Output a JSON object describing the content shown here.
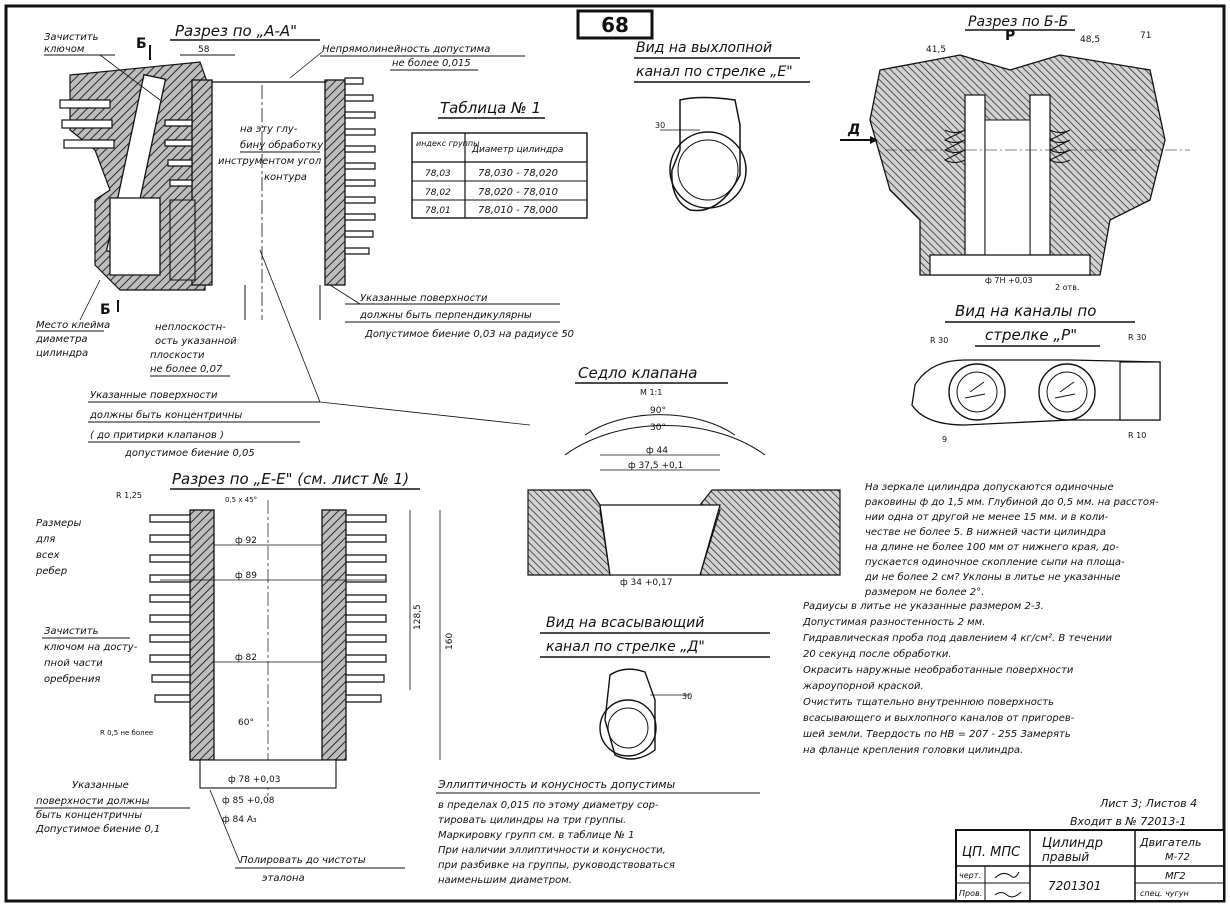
{
  "page_number": "68",
  "sections": {
    "section_aa": "Разрез по „А-А\"",
    "section_bb": "Разрез по Б-Б",
    "section_ee": "Разрез по „Е-Е\" (см. лист № 1)",
    "exhaust_view": [
      "Вид на выхлопной",
      "канал по стрелке „Е\""
    ],
    "intake_view": [
      "Вид на всасывающий",
      "канал по стрелке „Д\""
    ],
    "channels_view": [
      "Вид на каналы по",
      "стрелке „Р\""
    ],
    "valve_seat": "Седло клапана",
    "valve_seat_scale": "М 1:1"
  },
  "table1": {
    "title": "Таблица № 1",
    "headers": [
      "индекс группы",
      "Диаметр цилиндра"
    ],
    "rows": [
      [
        "78,03",
        "78,030 - 78,020"
      ],
      [
        "78,02",
        "78,020 - 78,010"
      ],
      [
        "78,01",
        "78,010 - 78,000"
      ]
    ]
  },
  "notes_aa": {
    "clean_key": [
      "Зачистить",
      "ключом"
    ],
    "nonlinearity": [
      "Непрямолинейность допустима",
      "не более 0,015"
    ],
    "tool_cut": [
      "на эту глу-",
      "бину обработку",
      "инструментом угол",
      "контура"
    ],
    "mark_place": [
      "Место клейма",
      "диаметра",
      "цилиндра"
    ],
    "nonflat": [
      "неплоскостн-",
      "ость указанной",
      "плоскости",
      "не более 0,07"
    ],
    "perpendicular": [
      "Указанные поверхности",
      "должны быть перпендикулярны",
      "Допустимое биение 0,03 на радиусе 50"
    ],
    "concentric": [
      "Указанные поверхности",
      "должны быть концентричны",
      "( до притирки клапанов )",
      "допустимое биение 0,05"
    ]
  },
  "notes_ee": {
    "fin_sizes": [
      "Размеры",
      "для",
      "всех",
      "ребер"
    ],
    "clean_fins": [
      "Зачистить",
      "ключом на досту-",
      "пной части",
      "оребрения"
    ],
    "concentric2": [
      "Указанные",
      "поверхности должны",
      "быть концентричны",
      "Допустимое биение 0,1"
    ],
    "polish": [
      "Полировать до чистоты",
      "эталона"
    ],
    "ellipse_title": "Эллиптичность и конусность допустимы",
    "ellipse_text": [
      "в пределах 0,015 по этому диаметру сор-",
      "тировать цилиндры на три группы.",
      "Маркировку групп см. в таблице № 1",
      "При наличии эллиптичности и конусности,",
      "при разбивке на группы, руководствоваться",
      "наименьшим диаметром."
    ]
  },
  "right_notes": {
    "mirror": [
      "На зеркале цилиндра допускаются одиночные",
      "раковины ф до 1,5 мм. Глубиной до 0,5 мм. на расстоя-",
      "нии одна от другой не менее 15 мм. и в коли-",
      "честве не более 5. В нижней части цилиндра",
      "на длине не более 100 мм от нижнего края, до-",
      "пускается одиночное скопление сыпи на площа-",
      "ди не более 2 см? Уклоны в литье не указанные",
      "размером не более 2°."
    ],
    "general": [
      "Радиусы в литье не указанные размером 2-3.",
      "Допустимая разностенность 2 мм.",
      "Гидравлическая проба под давлением 4 кг/см². В течении",
      "20 секунд после обработки.",
      "Окрасить наружные необработанные поверхности",
      "жароупорной краской.",
      "Очистить тщательно внутреннюю поверхность",
      "всасывающего и выхлопного каналов от пригорев-",
      "шей земли. Твердость по НВ = 207 - 255 Замерять",
      "на фланце крепления головки цилиндра."
    ]
  },
  "sheet_info": {
    "sheets": "Лист 3; Листов 4",
    "included": "Входит в № 72013-1"
  },
  "title_block": {
    "org": "ЦП. МПС",
    "part_name": [
      "Цилиндр",
      "правый"
    ],
    "engine": [
      "Двигатель",
      "М-72"
    ],
    "drawn_label": "черт.",
    "checked_label": "Пров.",
    "part_number": "7201301",
    "material": "МГ2",
    "scale_label": "спец. чугун"
  },
  "dimensions": {
    "d92": "ф 92",
    "d89": "ф 89",
    "d82": "ф 82",
    "d78": "ф 78 +0,03",
    "d85": "ф 85 +0,08",
    "d84": "ф 84 А₃",
    "d44": "ф 44",
    "d37": "ф 37,5 +0,1",
    "d34": "ф 34 +0,17",
    "h160": "160",
    "h128": "128,5",
    "a90": "90°",
    "a30": "30°",
    "a60": "60°",
    "d58": "58",
    "d41": "41,5",
    "d48": "48,5",
    "d71": "71",
    "r30": "R 30",
    "r10": "R 10",
    "r1": "R 1,25",
    "r05": "R 0,5 не более",
    "c05": "0,5 x 45°",
    "c9": "9",
    "c2": "2 отв.",
    "c75": "ф 7Н +0,03"
  },
  "arrows": {
    "b_top": "Б",
    "b_bot": "Б",
    "r": "Р",
    "d": "Д"
  }
}
